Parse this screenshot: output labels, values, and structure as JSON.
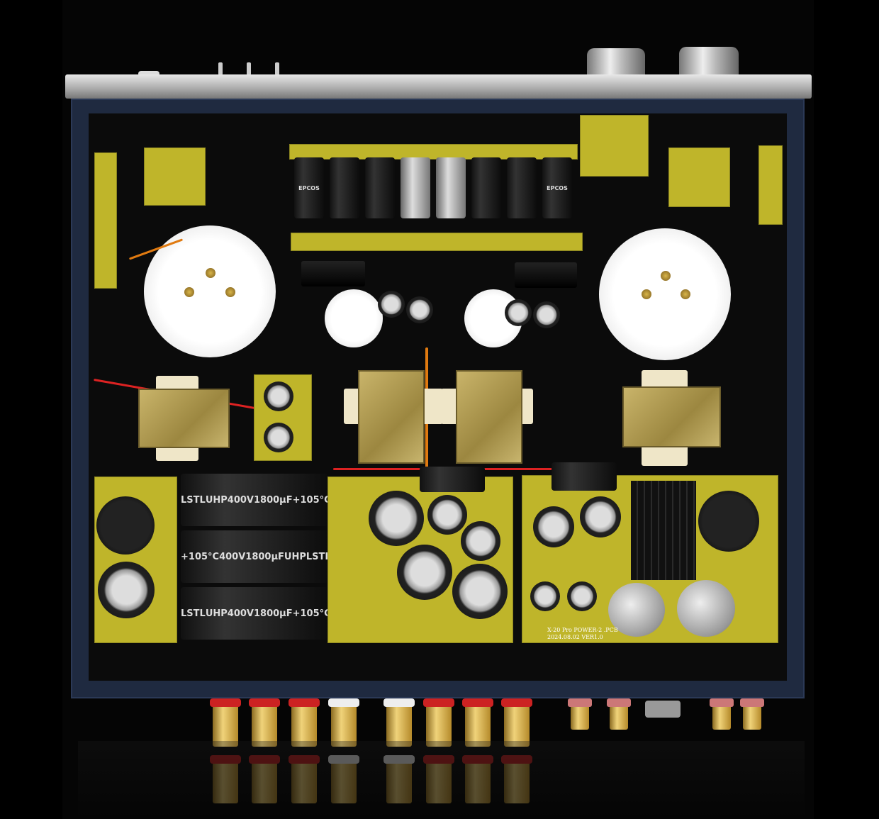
{
  "pcb_label": {
    "line1": "X-20 Pro POWER-2 .PCB",
    "line2": "2024.08.02 VER1.0"
  },
  "filter_capacitor": {
    "brand": "LSTL",
    "series": "UHP",
    "rating": "400V1800µF",
    "temp": "+105°C"
  },
  "coupling_capacitor_brand": "EPCOS",
  "colors": {
    "background": "#000000",
    "chassis": "#1f2a40",
    "pcb": "#bfb52a",
    "faceplate": "#c8c8c8",
    "terminal_gold": "#d9b64a"
  }
}
